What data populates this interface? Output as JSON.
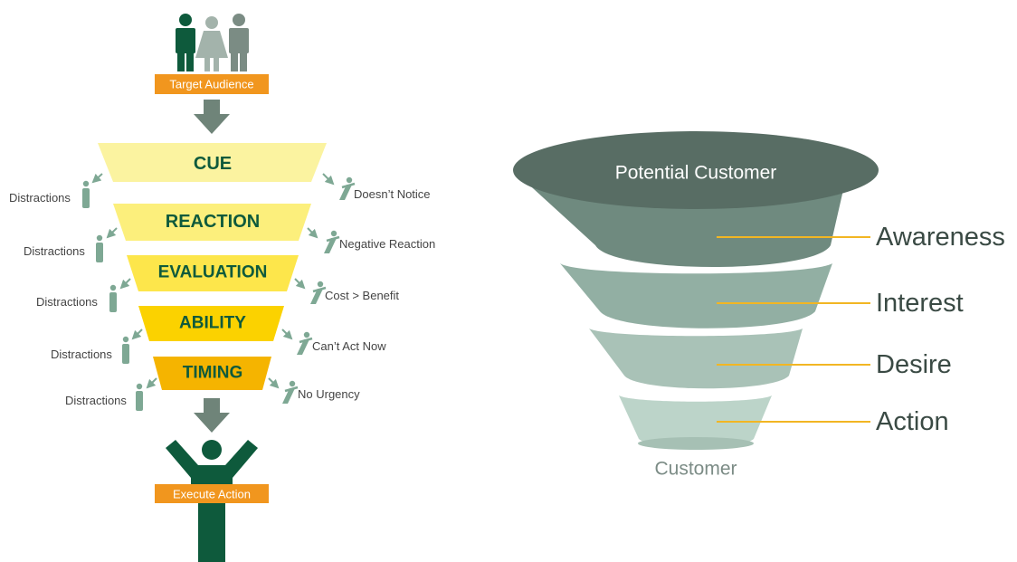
{
  "left_funnel": {
    "top_badge": "Target Audience",
    "bottom_badge": "Execute Action",
    "stages": [
      {
        "label": "CUE",
        "left_note": "Distractions",
        "right_note": "Doesn’t Notice"
      },
      {
        "label": "REACTION",
        "left_note": "Distractions",
        "right_note": "Negative Reaction"
      },
      {
        "label": "EVALUATION",
        "left_note": "Distractions",
        "right_note": "Cost > Benefit"
      },
      {
        "label": "ABILITY",
        "left_note": "Distractions",
        "right_note": "Can’t Act Now"
      },
      {
        "label": "TIMING",
        "left_note": "Distractions",
        "right_note": "No Urgency"
      }
    ]
  },
  "right_funnel": {
    "top_label": "Potential Customer",
    "bottom_label": "Customer",
    "stages": [
      "Awareness",
      "Interest",
      "Desire",
      "Action"
    ]
  },
  "colors": {
    "dark_green": "#0e5a3c",
    "orange": "#f1961e",
    "arrow_gray": "#6f8479",
    "figure_light": "#7ea894",
    "stage_yellows": [
      "#fbf3a0",
      "#fcef7c",
      "#fde64b",
      "#fbd200",
      "#f5b400"
    ],
    "leader_line": "#f2b623",
    "funnel_greens": [
      "#6f8a7f",
      "#92afa3",
      "#a9c2b7",
      "#bcd4c9"
    ]
  }
}
